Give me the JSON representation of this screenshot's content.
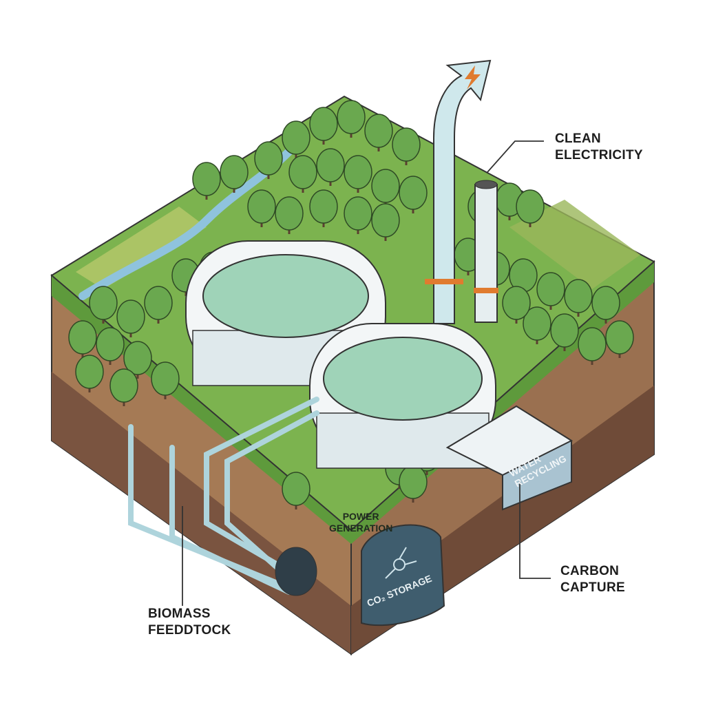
{
  "labels": {
    "clean_electricity": [
      "CLEAN",
      "ELECTRICITY"
    ],
    "carbon_capture": [
      "CARBON",
      "CAPTURE"
    ],
    "biomass_feedstock": [
      "BIOMASS",
      "FEEDDTOCK"
    ],
    "power_generation": [
      "POWER",
      "GENERATION"
    ],
    "water_recycling": [
      "WATER",
      "RECYCLING"
    ],
    "co2_storage": "CO₂ STORAGE"
  },
  "colors": {
    "grass": "#7cb34f",
    "soil": "#a57a55",
    "deep_soil": "#7a5440",
    "tree": "#6aa84f",
    "dome": "#9fd3b8",
    "accent": "#e07b2f",
    "storage": "#3f5d6e"
  }
}
